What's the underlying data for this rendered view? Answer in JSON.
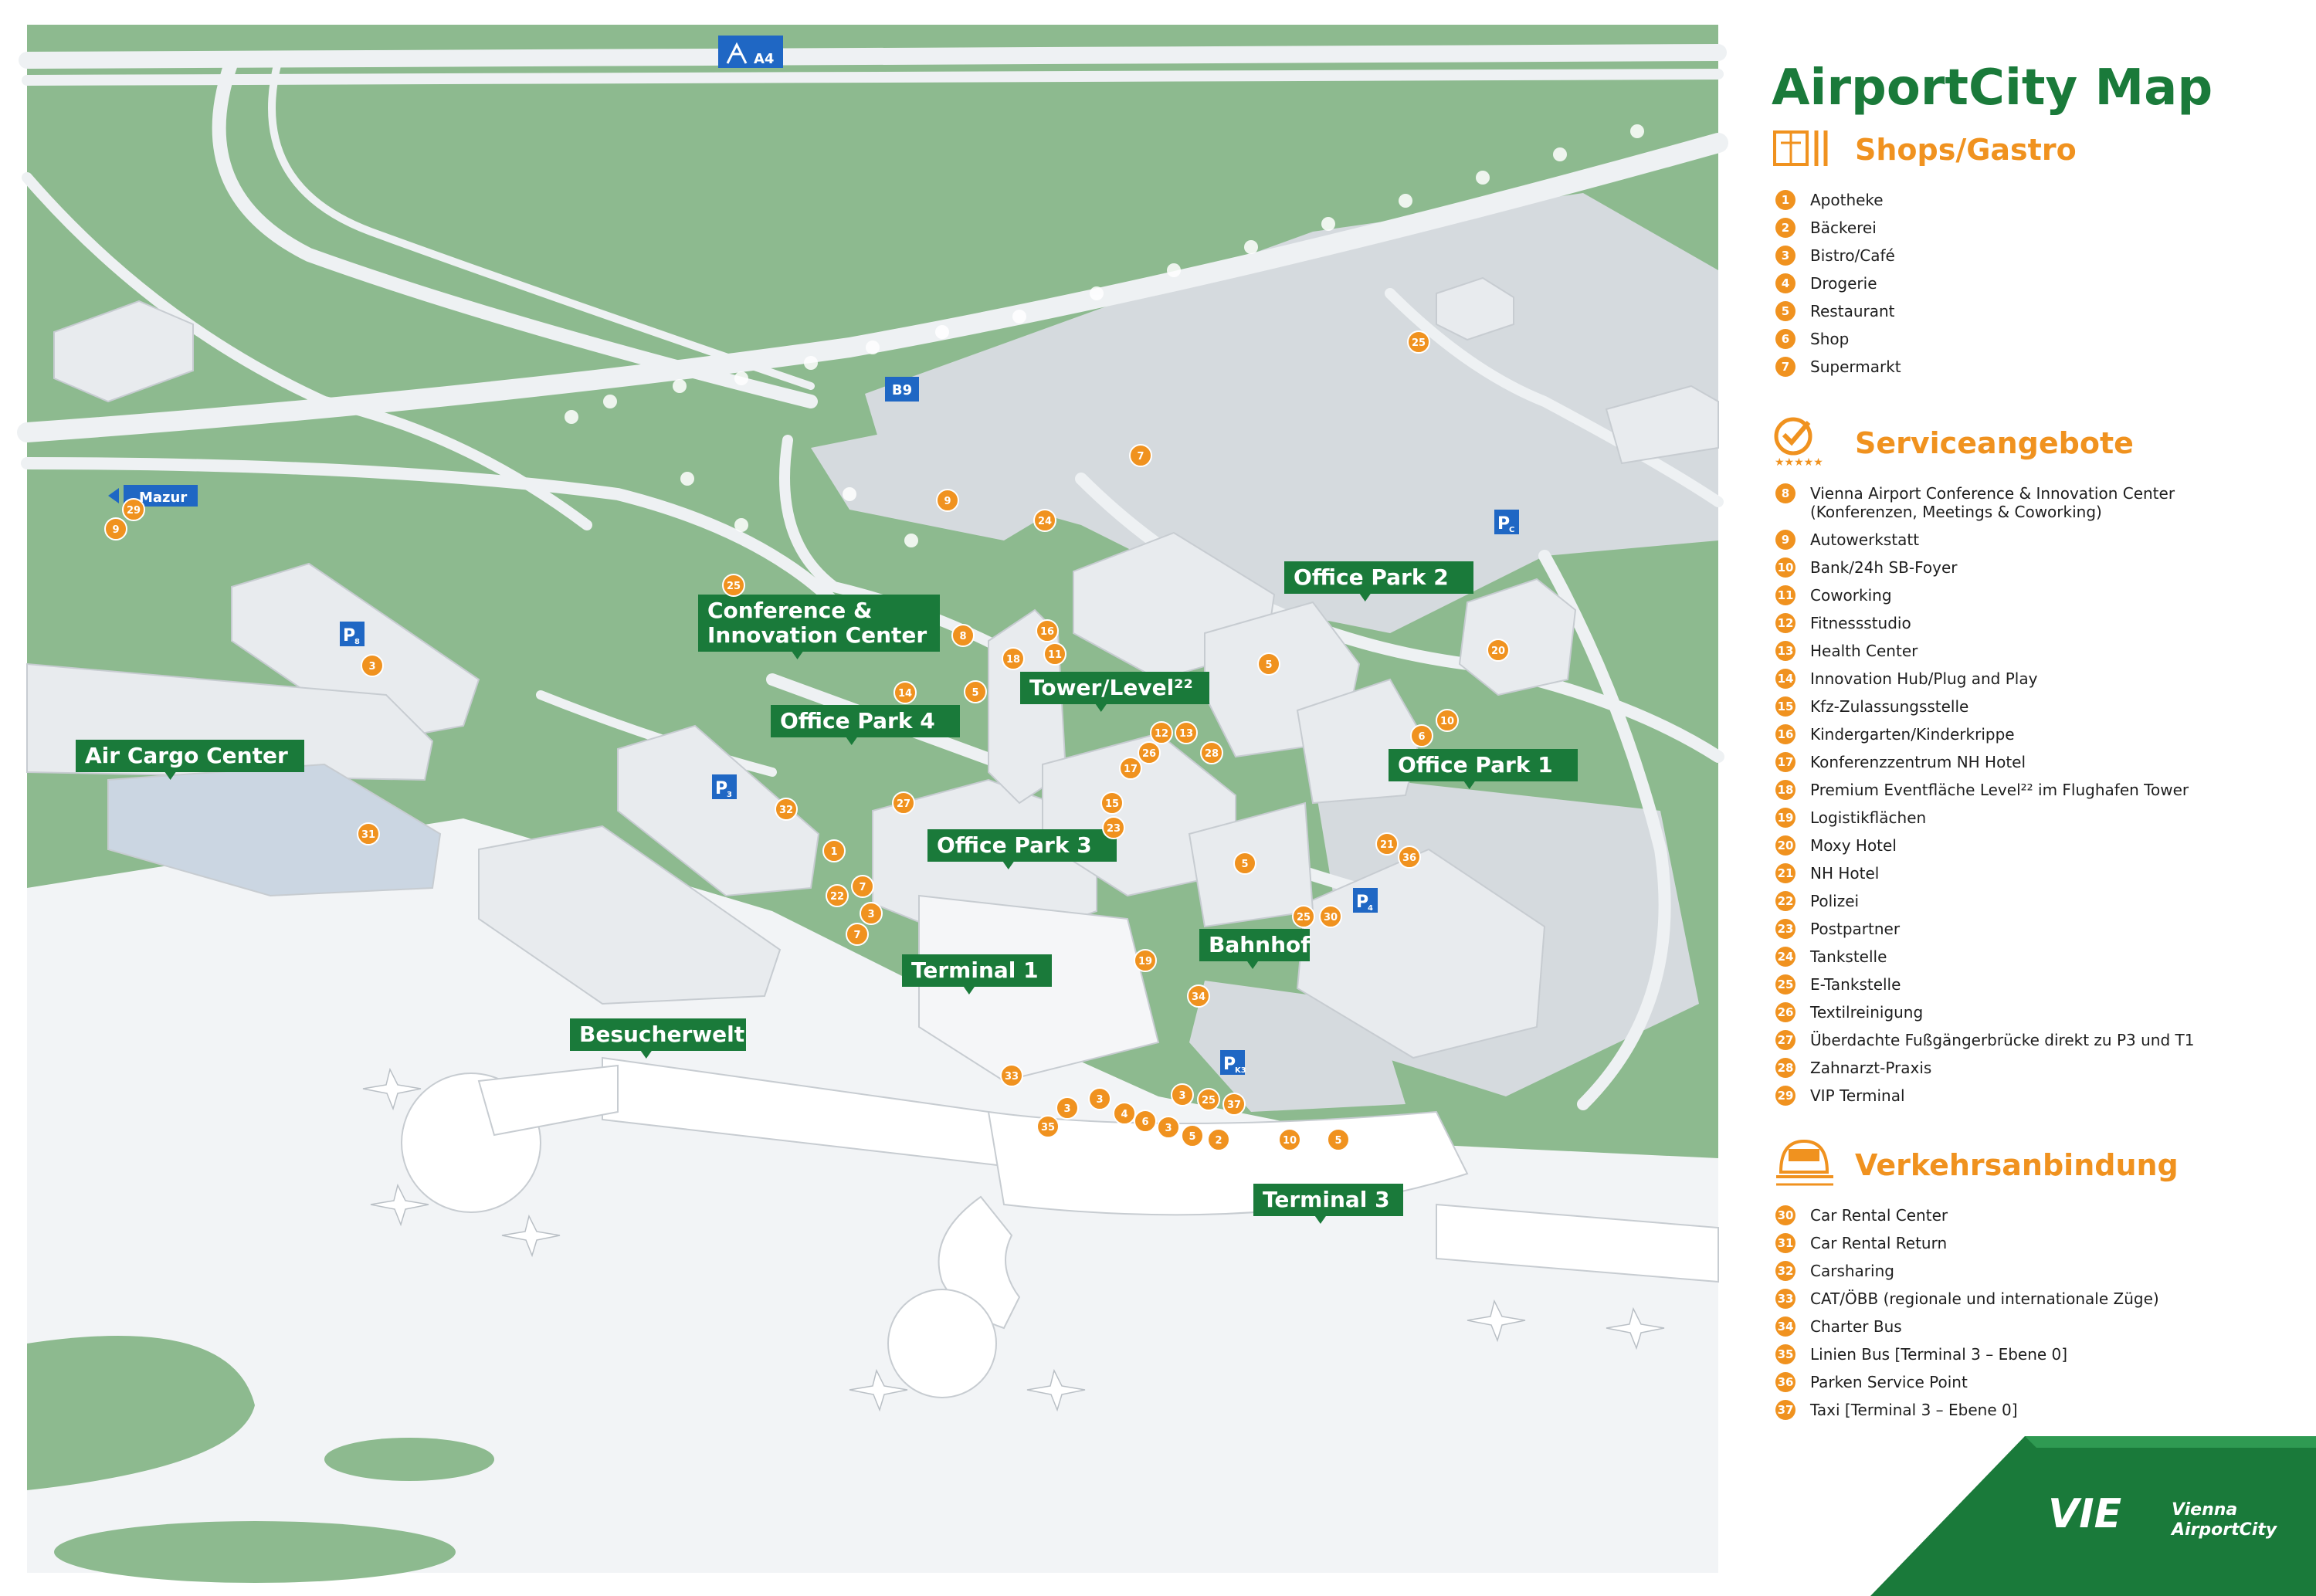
{
  "title": "AirportCity Map",
  "colors": {
    "green": "#1a7a3a",
    "orange": "#f0921f",
    "grass": "#8dba8f",
    "tarmac": "#f2f4f6",
    "building": "#e8ebee",
    "road": "#dfe3e6",
    "parking_blue": "#1f67c4"
  },
  "sections": [
    {
      "title": "Shops/Gastro",
      "icon": "shopping-gastro-icon",
      "items": [
        {
          "n": "1",
          "text": "Apotheke"
        },
        {
          "n": "2",
          "text": "Bäckerei"
        },
        {
          "n": "3",
          "text": "Bistro/Café"
        },
        {
          "n": "4",
          "text": "Drogerie"
        },
        {
          "n": "5",
          "text": "Restaurant"
        },
        {
          "n": "6",
          "text": "Shop"
        },
        {
          "n": "7",
          "text": "Supermarkt"
        }
      ]
    },
    {
      "title": "Serviceangebote",
      "icon": "service-check-icon",
      "icon_stars": "★★★★★",
      "items": [
        {
          "n": "8",
          "text": "Vienna Airport Conference & Innovation Center",
          "text2": "(Konferenzen, Meetings & Coworking)"
        },
        {
          "n": "9",
          "text": "Autowerkstatt"
        },
        {
          "n": "10",
          "text": "Bank/24h SB-Foyer"
        },
        {
          "n": "11",
          "text": "Coworking"
        },
        {
          "n": "12",
          "text": "Fitnessstudio"
        },
        {
          "n": "13",
          "text": "Health Center"
        },
        {
          "n": "14",
          "text": "Innovation Hub/Plug and Play"
        },
        {
          "n": "15",
          "text": "Kfz-Zulassungsstelle"
        },
        {
          "n": "16",
          "text": "Kindergarten/Kinderkrippe"
        },
        {
          "n": "17",
          "text": "Konferenzzentrum NH Hotel"
        },
        {
          "n": "18",
          "text": "Premium Eventfläche Level²² im Flughafen Tower"
        },
        {
          "n": "19",
          "text": "Logistikflächen"
        },
        {
          "n": "20",
          "text": "Moxy Hotel"
        },
        {
          "n": "21",
          "text": "NH Hotel"
        },
        {
          "n": "22",
          "text": "Polizei"
        },
        {
          "n": "23",
          "text": "Postpartner"
        },
        {
          "n": "24",
          "text": "Tankstelle"
        },
        {
          "n": "25",
          "text": "E-Tankstelle"
        },
        {
          "n": "26",
          "text": "Textilreinigung"
        },
        {
          "n": "27",
          "text": "Überdachte Fußgängerbrücke direkt zu P3 und T1"
        },
        {
          "n": "28",
          "text": "Zahnarzt-Praxis"
        },
        {
          "n": "29",
          "text": "VIP Terminal"
        }
      ]
    },
    {
      "title": "Verkehrsanbindung",
      "icon": "train-icon",
      "items": [
        {
          "n": "30",
          "text": "Car Rental Center"
        },
        {
          "n": "31",
          "text": "Car Rental Return"
        },
        {
          "n": "32",
          "text": "Carsharing"
        },
        {
          "n": "33",
          "text": "CAT/ÖBB (regionale und internationale Züge)"
        },
        {
          "n": "34",
          "text": "Charter Bus"
        },
        {
          "n": "35",
          "text": "Linien Bus [Terminal 3 – Ebene 0]"
        },
        {
          "n": "36",
          "text": "Parken Service Point"
        },
        {
          "n": "37",
          "text": "Taxi [Terminal 3 – Ebene 0]"
        }
      ]
    }
  ],
  "map": {
    "road_signs": [
      {
        "text": "A4",
        "icon": "motorway-icon"
      },
      {
        "text": "B9"
      }
    ],
    "mazur_label": "Mazur",
    "area_labels": [
      "Conference & Innovation Center",
      "Office Park 2",
      "Tower/Level²²",
      "Office Park 4",
      "Office Park 1",
      "Air Cargo Center",
      "Office Park 3",
      "Bahnhof",
      "Terminal 1",
      "Besucherwelt",
      "Terminal 3"
    ],
    "parking": [
      {
        "p": "P",
        "sub": "C"
      },
      {
        "p": "P",
        "sub": "8"
      },
      {
        "p": "P",
        "sub": "3"
      },
      {
        "p": "P",
        "sub": "4"
      },
      {
        "p": "P",
        "sub": "K3"
      }
    ],
    "markers": [
      "25",
      "7",
      "9",
      "24",
      "29",
      "9",
      "25",
      "3",
      "8",
      "16",
      "18",
      "11",
      "14",
      "5",
      "5",
      "20",
      "6",
      "10",
      "12",
      "13",
      "28",
      "26",
      "17",
      "32",
      "27",
      "15",
      "23",
      "1",
      "7",
      "22",
      "3",
      "5",
      "21",
      "36",
      "25",
      "30",
      "31",
      "19",
      "34",
      "33",
      "3",
      "3",
      "4",
      "6",
      "3",
      "5",
      "2",
      "3",
      "25",
      "37",
      "35",
      "10",
      "5",
      "7"
    ]
  },
  "brand": {
    "logo": "VIE",
    "name_line1": "Vienna",
    "name_line2": "AirportCity"
  }
}
